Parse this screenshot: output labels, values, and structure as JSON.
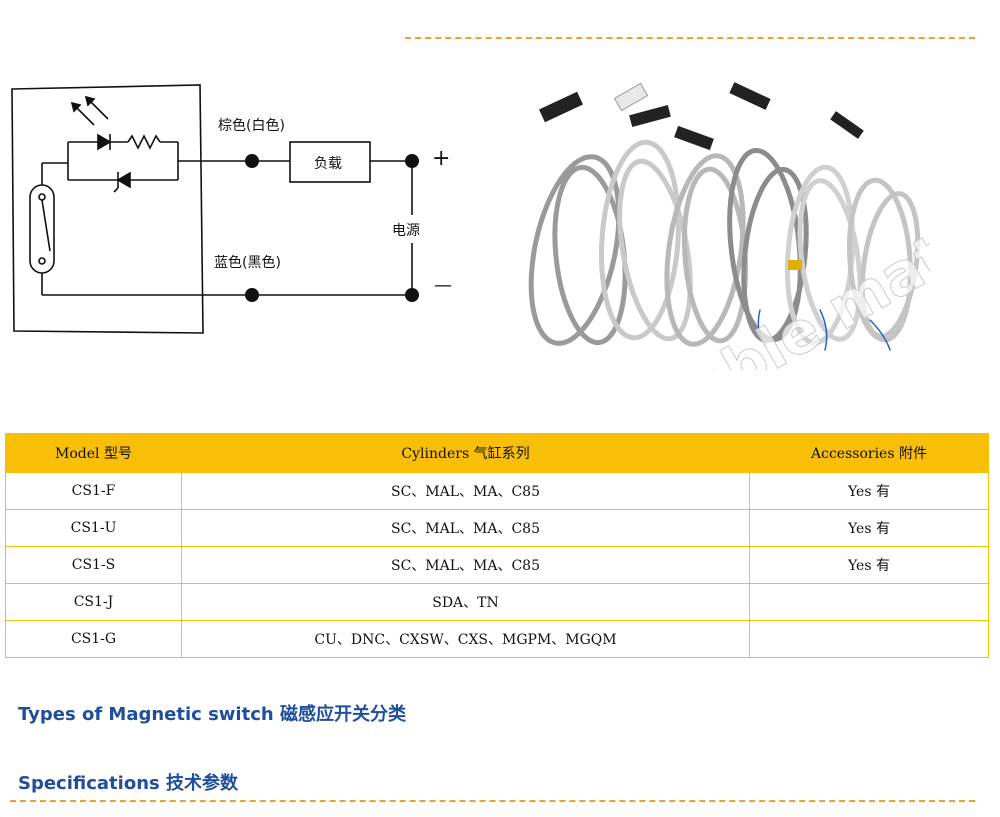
{
  "circuit": {
    "label_brown": "棕色(白色)",
    "label_blue": "蓝色(黑色)",
    "label_load": "负载",
    "label_power": "电源",
    "label_plus": "+",
    "label_minus": "—"
  },
  "photo": {
    "watermark": "shnoble matic"
  },
  "table": {
    "headers": [
      "Model 型号",
      "Cylinders 气缸系列",
      "Accessories 附件"
    ],
    "rows": [
      [
        "CS1-F",
        "SC、MAL、MA、C85",
        "Yes 有"
      ],
      [
        "CS1-U",
        "SC、MAL、MA、C85",
        "Yes 有"
      ],
      [
        "CS1-S",
        "SC、MAL、MA、C85",
        "Yes 有"
      ],
      [
        "CS1-J",
        "SDA、TN",
        ""
      ],
      [
        "CS1-G",
        "CU、DNC、CXSW、CXS、MGPM、MGQM",
        ""
      ]
    ]
  },
  "headings": {
    "types": "Types of Magnetic switch  磁感应开关分类",
    "specs": "Specifications 技术参数"
  },
  "colors": {
    "table_header": "#f9be06",
    "table_border": "#f2c300",
    "heading": "#1f4e9c",
    "dash": "#f0a030"
  }
}
